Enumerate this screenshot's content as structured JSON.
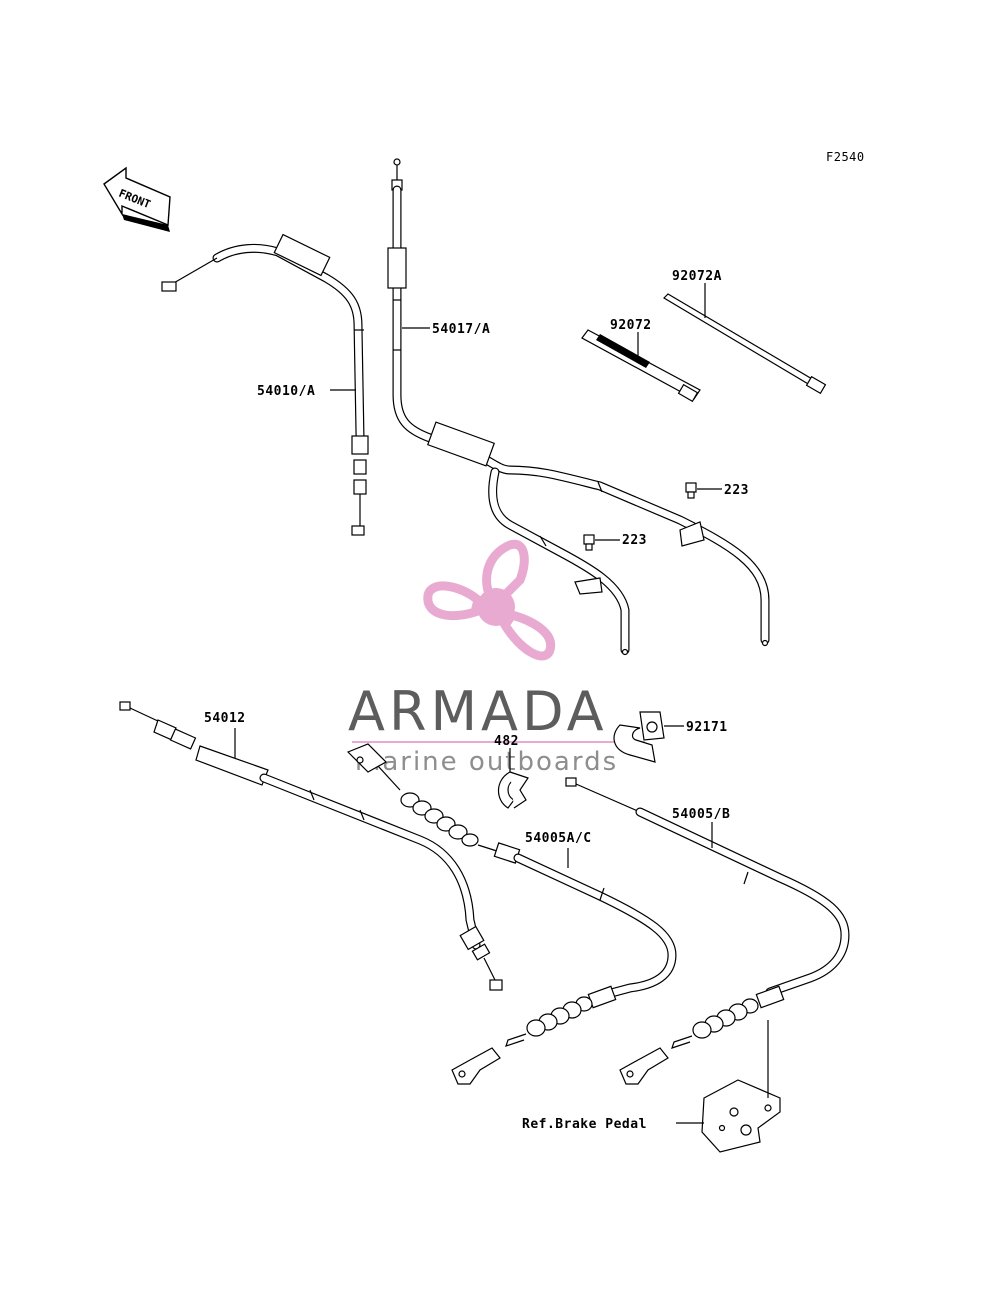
{
  "diagram": {
    "figure_code": "F2540",
    "front_arrow_label": "FRONT",
    "parts": [
      {
        "id": "p54010A",
        "label": "54010/A"
      },
      {
        "id": "p54017A",
        "label": "54017/A"
      },
      {
        "id": "p92072A",
        "label": "92072A"
      },
      {
        "id": "p92072",
        "label": "92072"
      },
      {
        "id": "p223a",
        "label": "223"
      },
      {
        "id": "p223b",
        "label": "223"
      },
      {
        "id": "p54012",
        "label": "54012"
      },
      {
        "id": "p482",
        "label": "482"
      },
      {
        "id": "p92171",
        "label": "92171"
      },
      {
        "id": "p54005AC",
        "label": "54005A/C"
      },
      {
        "id": "p54005B",
        "label": "54005/B"
      },
      {
        "id": "pRef",
        "label": "Ref.Brake Pedal"
      }
    ]
  },
  "watermark": {
    "brand": "ARMADA",
    "tagline": "marine outboards",
    "color": "#e8a6cf"
  }
}
